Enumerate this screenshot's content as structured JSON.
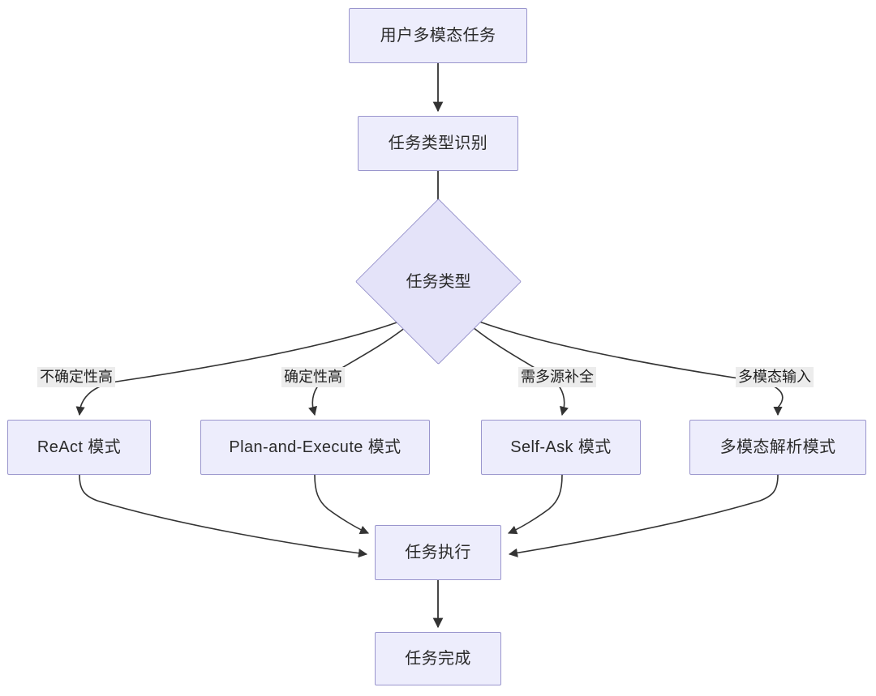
{
  "diagram": {
    "type": "flowchart",
    "direction": "top-to-bottom",
    "title": "",
    "nodes": {
      "start": {
        "id": "start",
        "shape": "rectangle",
        "label": "用户多模态任务"
      },
      "classify": {
        "id": "classify",
        "shape": "rectangle",
        "label": "任务类型识别"
      },
      "decision": {
        "id": "decision",
        "shape": "diamond",
        "label": "任务类型"
      },
      "react": {
        "id": "react",
        "shape": "rectangle",
        "label": "ReAct 模式"
      },
      "plan": {
        "id": "plan",
        "shape": "rectangle",
        "label": "Plan-and-Execute 模式"
      },
      "selfask": {
        "id": "selfask",
        "shape": "rectangle",
        "label": "Self-Ask 模式"
      },
      "multimodal": {
        "id": "multimodal",
        "shape": "rectangle",
        "label": "多模态解析模式"
      },
      "execute": {
        "id": "execute",
        "shape": "rectangle",
        "label": "任务执行"
      },
      "done": {
        "id": "done",
        "shape": "rectangle",
        "label": "任务完成"
      }
    },
    "edge_labels": {
      "uncertainty_high": "不确定性高",
      "certainty_high": "确定性高",
      "multi_source": "需多源补全",
      "multimodal_input": "多模态输入"
    },
    "edges": [
      {
        "from": "start",
        "to": "classify",
        "label": ""
      },
      {
        "from": "classify",
        "to": "decision",
        "label": ""
      },
      {
        "from": "decision",
        "to": "react",
        "label": "不确定性高"
      },
      {
        "from": "decision",
        "to": "plan",
        "label": "确定性高"
      },
      {
        "from": "decision",
        "to": "selfask",
        "label": "需多源补全"
      },
      {
        "from": "decision",
        "to": "multimodal",
        "label": "多模态输入"
      },
      {
        "from": "react",
        "to": "execute",
        "label": ""
      },
      {
        "from": "plan",
        "to": "execute",
        "label": ""
      },
      {
        "from": "selfask",
        "to": "execute",
        "label": ""
      },
      {
        "from": "multimodal",
        "to": "execute",
        "label": ""
      },
      {
        "from": "execute",
        "to": "done",
        "label": ""
      }
    ],
    "colors": {
      "node_fill": "#ededfc",
      "node_border": "#9a96cd",
      "diamond_fill": "#e4e3f9",
      "edge_stroke": "#333333",
      "edge_label_bg": "#ececec",
      "text": "#2b2b2b",
      "background": "#ffffff"
    }
  }
}
